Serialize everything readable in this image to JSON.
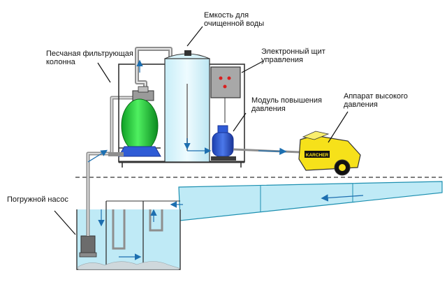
{
  "labels": {
    "clean_water_tank": {
      "line1": "Емкость для",
      "line2": "очищенной воды"
    },
    "sand_filter": {
      "line1": "Песчаная фильтрующая",
      "line2": "колонна"
    },
    "control_panel": {
      "line1": "Электронный щит",
      "line2": "управления"
    },
    "booster_module": {
      "line1": "Модуль повышения",
      "line2": "давления"
    },
    "pressure_washer": {
      "line1": "Аппарат высокого",
      "line2": "давления"
    },
    "submersible_pump": {
      "line1": "Погружной насос"
    }
  },
  "washer_brand": "KARCHER",
  "colors": {
    "water": "#bfeaf6",
    "water_edge": "#1c8fb0",
    "tank": "#d8f4fb",
    "filter": "#1fcf3a",
    "filter_base": "#2f5bd6",
    "pump": "#2f5bd6",
    "washer_body": "#f6e11a",
    "pipe": "#8e8e8e",
    "arrow": "#1d6fb0"
  }
}
